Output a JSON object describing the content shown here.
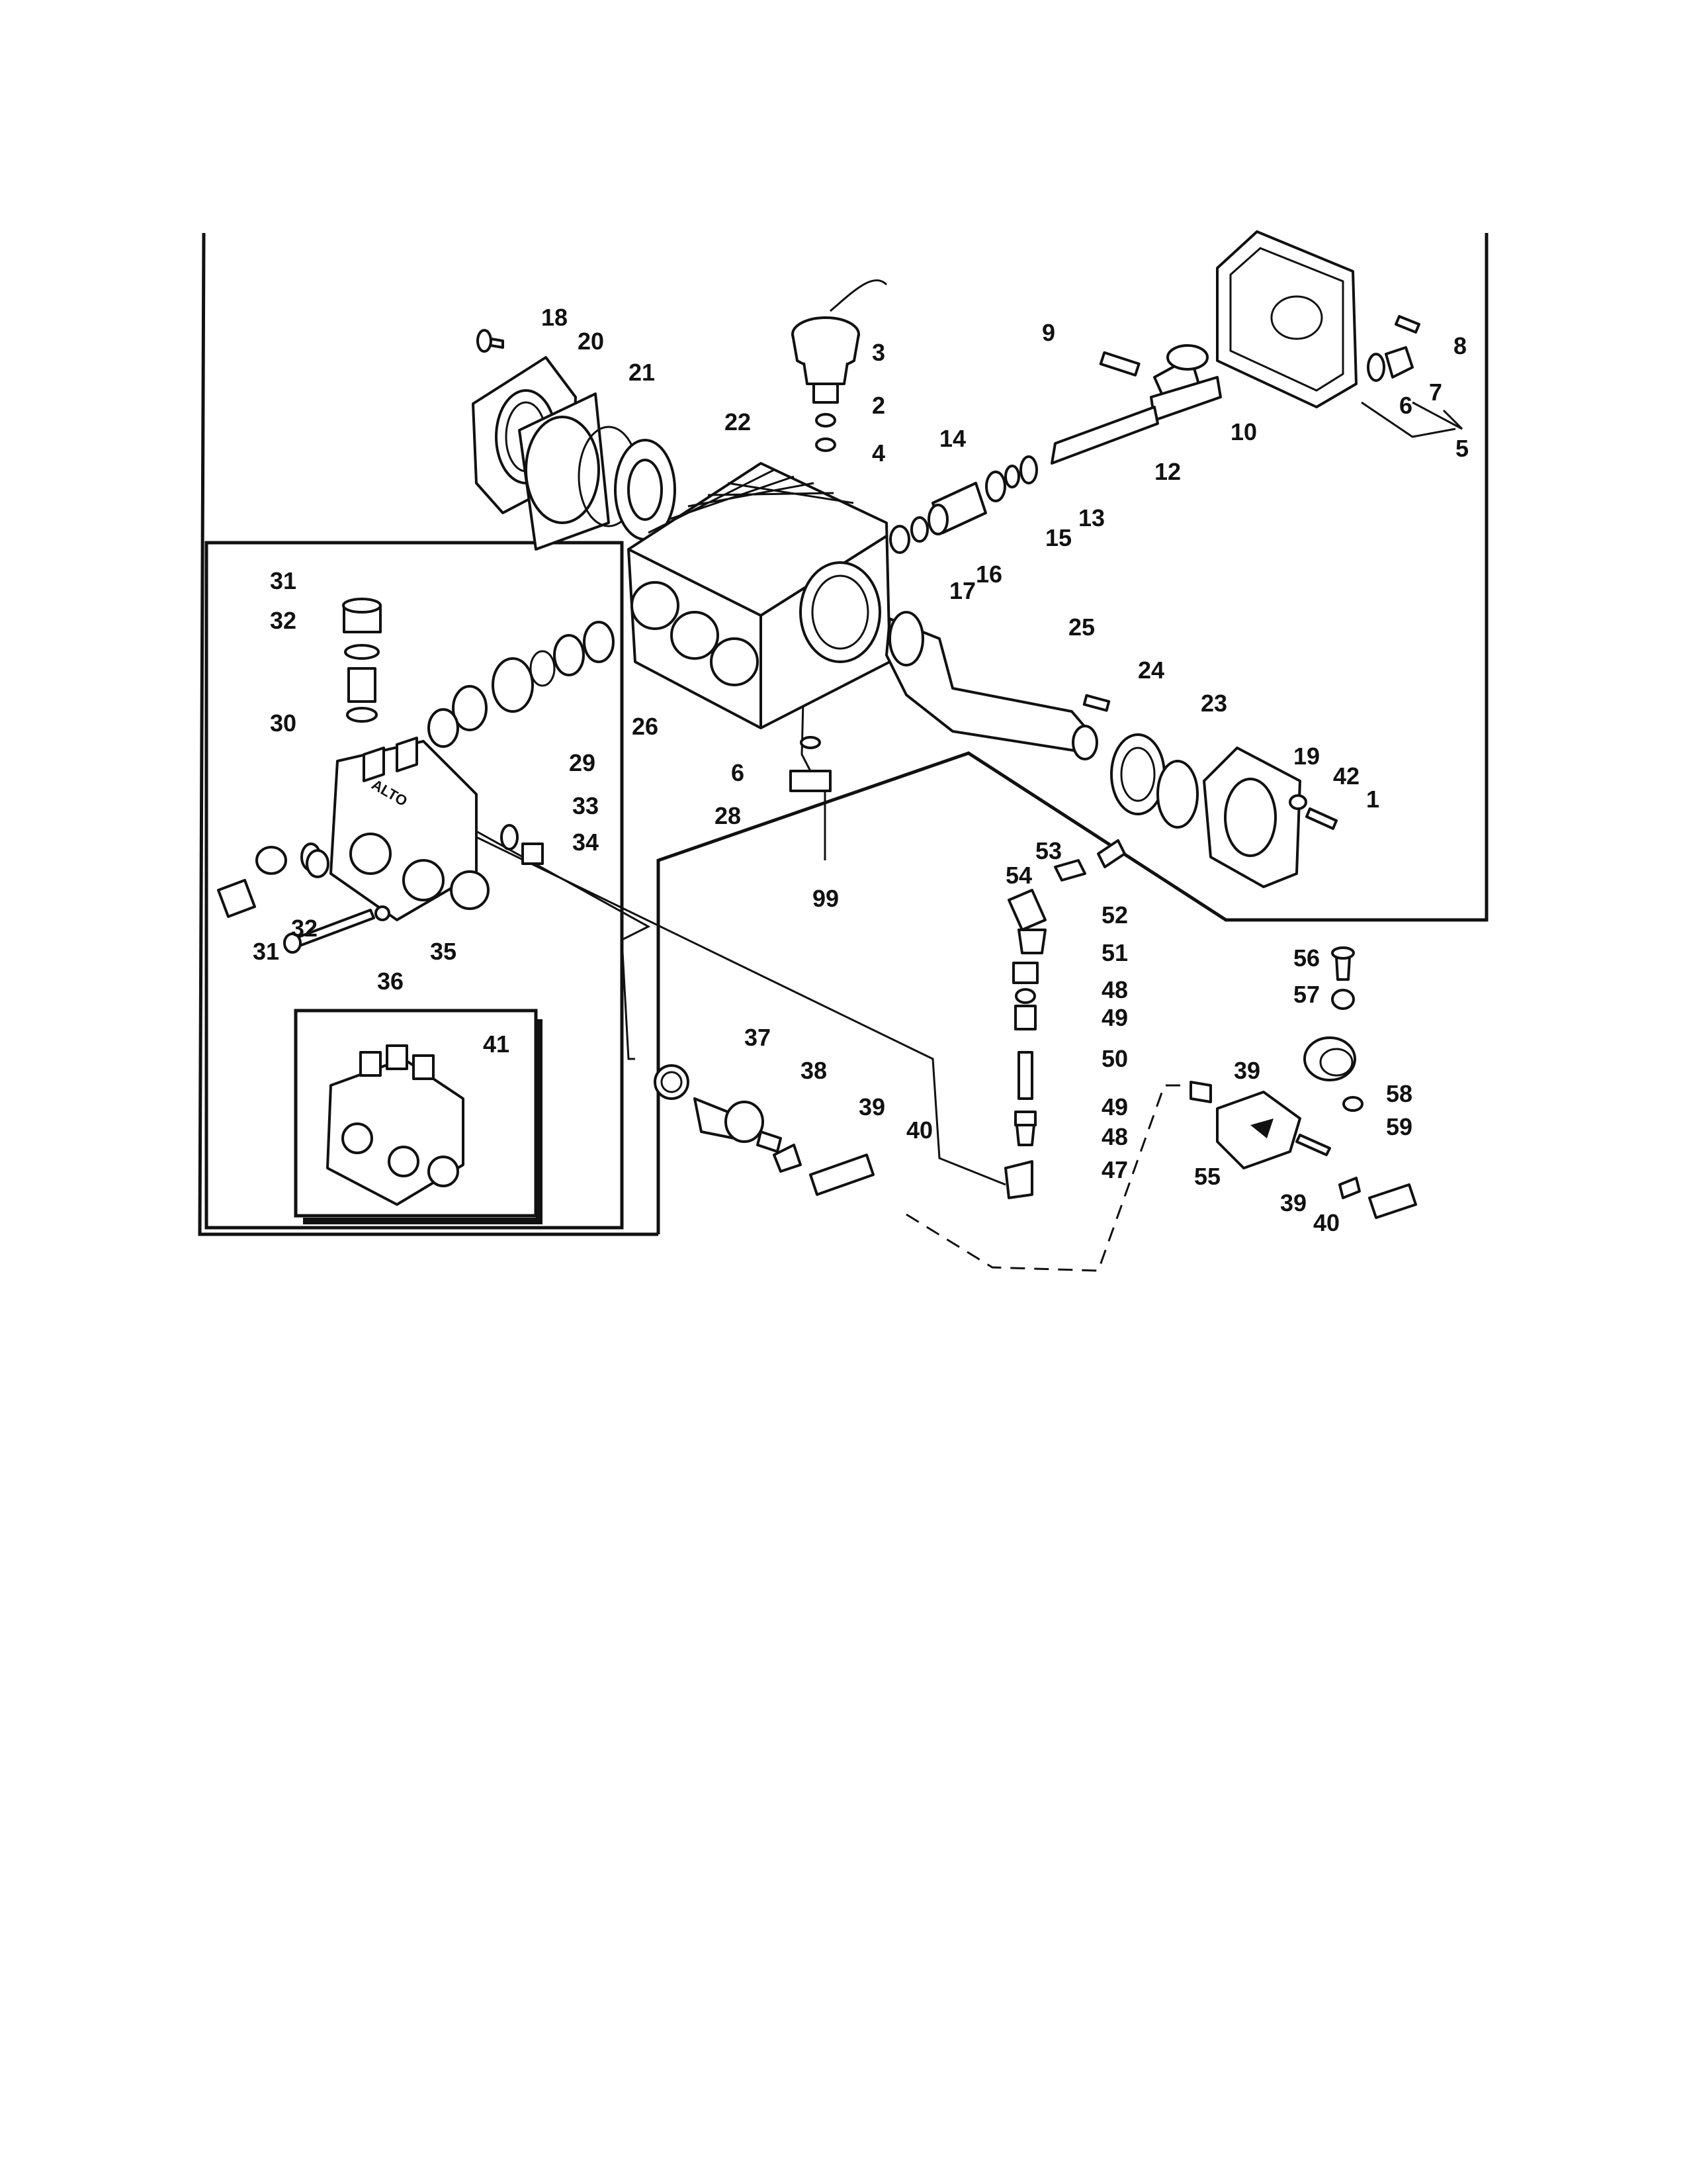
{
  "diagram": {
    "brand_mark": "ALTO",
    "callouts": [
      "1",
      "2",
      "3",
      "4",
      "5",
      "6",
      "7",
      "8",
      "9",
      "10",
      "12",
      "13",
      "14",
      "15",
      "16",
      "17",
      "18",
      "19",
      "20",
      "21",
      "22",
      "23",
      "24",
      "25",
      "26",
      "28",
      "29",
      "30",
      "31",
      "32",
      "33",
      "34",
      "35",
      "36",
      "37",
      "38",
      "39",
      "40",
      "41",
      "42",
      "47",
      "48",
      "49",
      "50",
      "51",
      "52",
      "53",
      "54",
      "55",
      "56",
      "57",
      "58",
      "59",
      "99"
    ],
    "icons": [
      "pump-housing",
      "sensor-switch",
      "valve-manifold",
      "crankshaft",
      "flange-cover",
      "bearing",
      "unloader-valve",
      "hose-fitting",
      "thermal-relief-valve",
      "hose-clamp"
    ]
  }
}
